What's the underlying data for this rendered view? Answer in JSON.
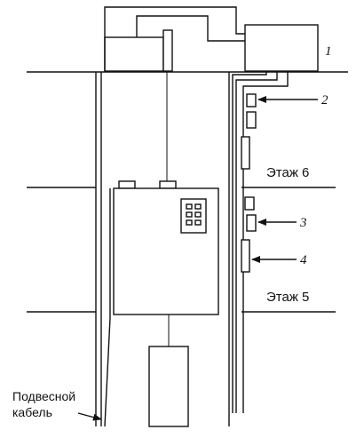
{
  "floors": {
    "upper": "Этаж 6",
    "lower": "Этаж 5"
  },
  "callouts": [
    "1",
    "2",
    "3",
    "4"
  ],
  "cable_label": {
    "line1": "Подвесной",
    "line2": "кабель"
  }
}
